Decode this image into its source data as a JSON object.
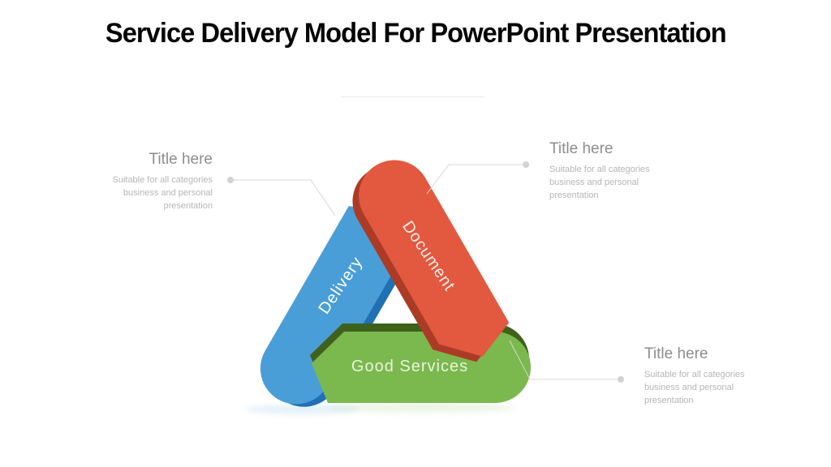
{
  "slide": {
    "title": "Service Delivery Model For PowerPoint Presentation"
  },
  "diagram": {
    "arrows": [
      {
        "id": "delivery",
        "label": "Delivery",
        "face_color": "#4A9ED8",
        "bevel_color": "#2070B4",
        "label_color": "#FFFFFF"
      },
      {
        "id": "document",
        "label": "Document",
        "face_color": "#E2593F",
        "bevel_color": "#AC3B26",
        "label_color": "#FCEDE9"
      },
      {
        "id": "good-services",
        "label": "Good Services",
        "face_color": "#7BB84E",
        "bevel_color": "#3E611C",
        "label_color": "#E8F4DB"
      }
    ]
  },
  "annotations": [
    {
      "position": "left",
      "title": "Title here",
      "lines": [
        "Suitable for all categories",
        "business and personal",
        "presentation"
      ]
    },
    {
      "position": "top-right",
      "title": "Title here",
      "lines": [
        "Suitable for all categories",
        "business and personal",
        "presentation"
      ]
    },
    {
      "position": "bottom-right",
      "title": "Title here",
      "lines": [
        "Suitable for all categories",
        "business and personal",
        "presentation"
      ]
    }
  ]
}
